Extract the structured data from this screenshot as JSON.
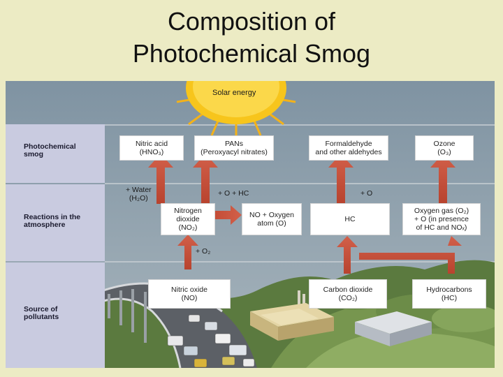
{
  "title": {
    "line1": "Composition of",
    "line2": "Photochemical Smog"
  },
  "diagram": {
    "sun_label": "Solar energy",
    "rows": {
      "top": "Photochemical smog",
      "middle": "Reactions in the atmosphere",
      "bottom": "Source of pollutants"
    },
    "smog": {
      "nitric_acid": [
        "Nitric acid",
        "(HNO₃)"
      ],
      "pans": [
        "PANs",
        "(Peroxyacyl nitrates)"
      ],
      "formaldehyde": [
        "Formaldehyde",
        "and other aldehydes"
      ],
      "ozone": [
        "Ozone",
        "(O₃)"
      ]
    },
    "reactions": {
      "nitrogen_dioxide": [
        "Nitrogen",
        "dioxide",
        "(NO₂)"
      ],
      "no_oxygen": [
        "NO + Oxygen",
        "atom (O)"
      ],
      "hc": "HC",
      "oxygen_gas": [
        "Oxygen gas (O₂)",
        "+ O (in presence",
        "of HC and NOₓ)"
      ]
    },
    "sources": {
      "nitric_oxide": [
        "Nitric oxide",
        "(NO)"
      ],
      "carbon_dioxide": [
        "Carbon dioxide",
        "(CO₂)"
      ],
      "hydrocarbons": [
        "Hydrocarbons",
        "(HC)"
      ]
    },
    "annotations": {
      "water": [
        "+ Water",
        "(H₂O)"
      ],
      "o_hc": "+ O + HC",
      "o": "+ O",
      "o2": "+ O₂"
    },
    "colors": {
      "arrow": "#c9543a",
      "sky": "#8ea0ad",
      "row_label_bg": "#c9cbe0",
      "sun": "#f5c518",
      "slide_bg": "#ecebc4"
    }
  }
}
